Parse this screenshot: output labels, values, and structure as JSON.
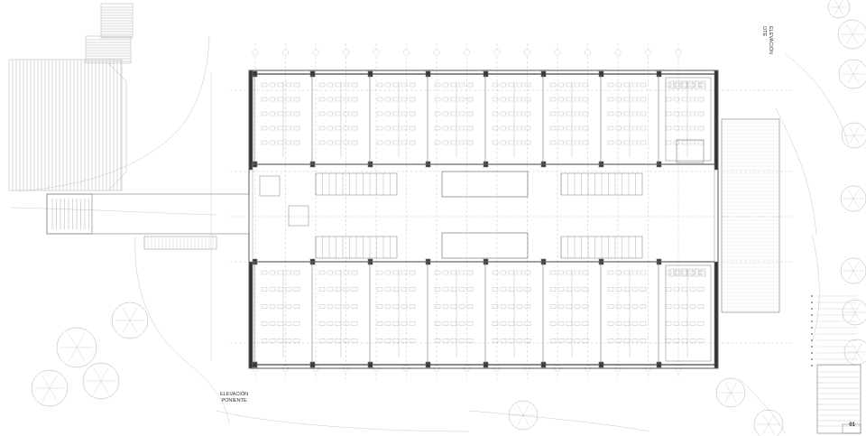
{
  "elevations": {
    "west": "ELEVACIÓN\nPONIENTE",
    "east": "ELEVACIÓN\nOTE"
  },
  "title_block": {
    "sheet_number": "01"
  }
}
